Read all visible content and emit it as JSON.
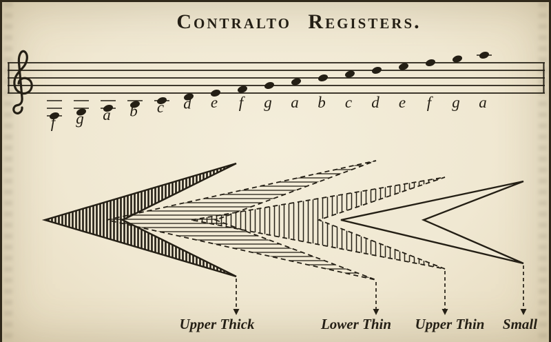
{
  "title": "Contralto Registers.",
  "staff": {
    "clef": "treble",
    "note_letters": [
      "f",
      "g",
      "a",
      "b",
      "c",
      "d",
      "e",
      "f",
      "g",
      "a",
      "b",
      "c",
      "d",
      "e",
      "f",
      "g",
      "a"
    ]
  },
  "registers": {
    "labels": [
      "Upper Thick",
      "Lower Thin",
      "Upper Thin",
      "Small"
    ]
  },
  "colors": {
    "paper": "#f0e9d4",
    "ink": "#241f15"
  }
}
